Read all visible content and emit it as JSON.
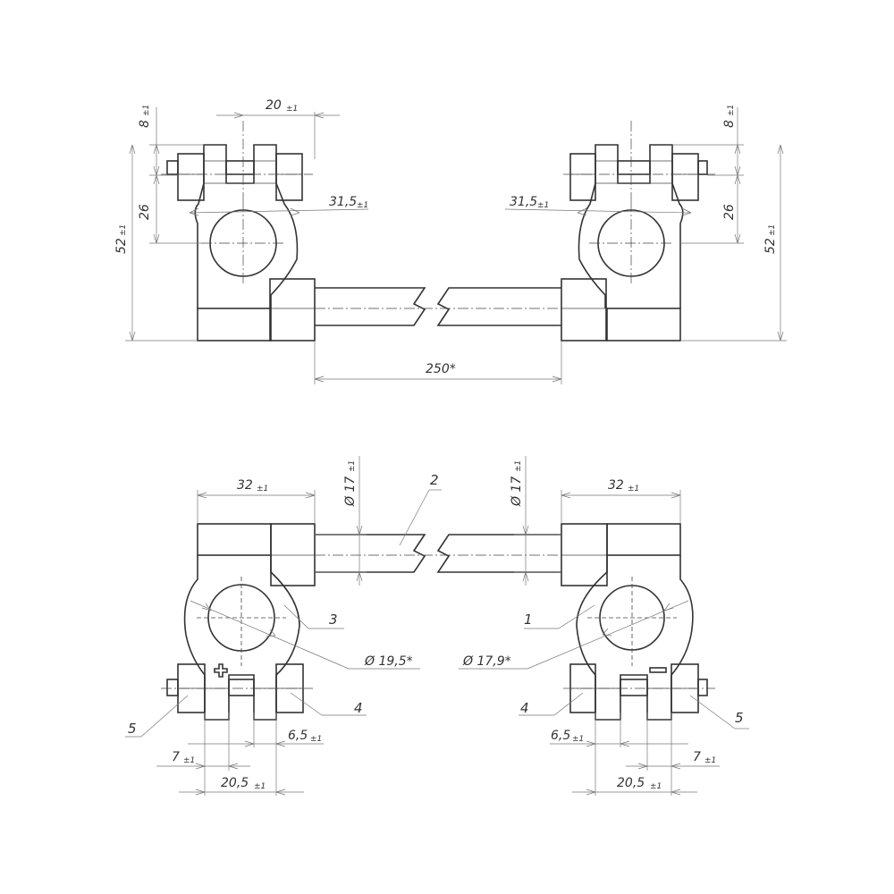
{
  "drawing": {
    "top_view": {
      "dim_20": {
        "value": "20",
        "tol": "±1"
      },
      "dim_8_left": {
        "value": "8",
        "tol": "±1"
      },
      "dim_8_right": {
        "value": "8",
        "tol": "±1"
      },
      "dim_26_left": {
        "value": "26"
      },
      "dim_26_right": {
        "value": "26"
      },
      "dim_52_left": {
        "value": "52",
        "tol": "±1"
      },
      "dim_52_right": {
        "value": "52",
        "tol": "±1"
      },
      "dim_31_5_left": {
        "value": "31,5",
        "tol": "±1"
      },
      "dim_31_5_right": {
        "value": "31,5",
        "tol": "±1"
      },
      "dim_250": {
        "value": "250*"
      }
    },
    "front_view": {
      "dim_32_left": {
        "value": "32",
        "tol": "±1"
      },
      "dim_32_right": {
        "value": "32",
        "tol": "±1"
      },
      "dim_d17_left": {
        "value": "Ø 17",
        "tol": "±1"
      },
      "dim_d17_right": {
        "value": "Ø 17",
        "tol": "±1"
      },
      "dim_d19_5": {
        "value": "Ø 19,5*"
      },
      "dim_d17_9": {
        "value": "Ø 17,9*"
      },
      "dim_7_left": {
        "value": "7",
        "tol": "±1"
      },
      "dim_7_right": {
        "value": "7",
        "tol": "±1"
      },
      "dim_6_5_left": {
        "value": "6,5",
        "tol": "±1"
      },
      "dim_6_5_right": {
        "value": "6,5",
        "tol": "±1"
      },
      "dim_20_5_left": {
        "value": "20,5",
        "tol": "±1"
      },
      "dim_20_5_right": {
        "value": "20,5",
        "tol": "±1"
      },
      "callouts": {
        "c1": "1",
        "c2": "2",
        "c3": "3",
        "c4_left": "4",
        "c4_right": "4",
        "c5_left": "5",
        "c5_right": "5"
      }
    }
  }
}
